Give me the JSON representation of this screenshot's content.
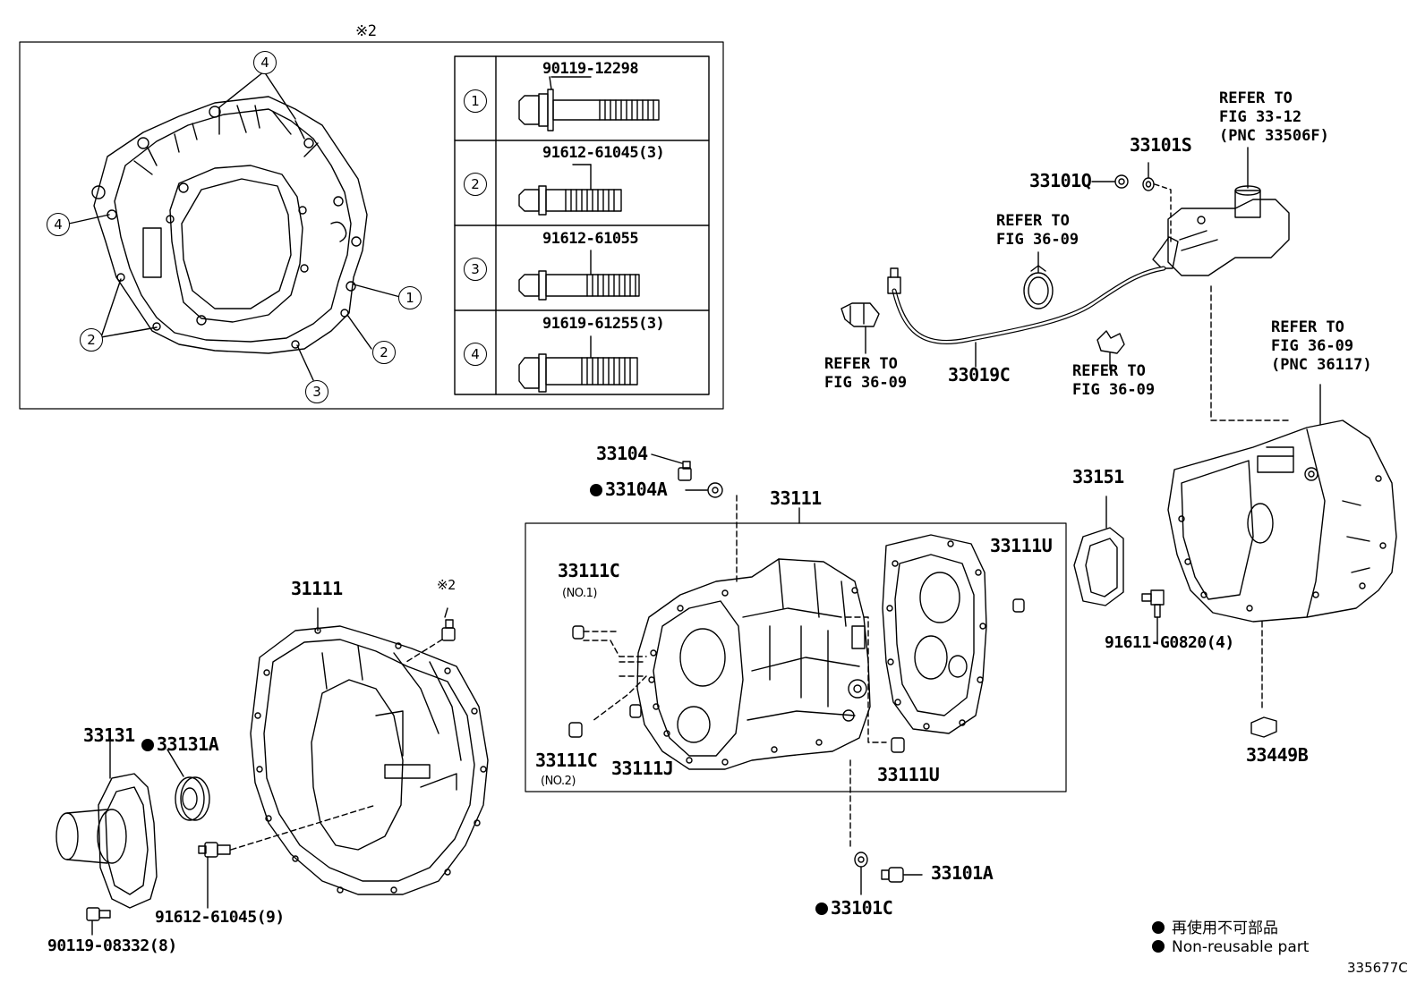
{
  "inset": {
    "mark": "※2",
    "circles": {
      "c1": "1",
      "c2": "2",
      "c3": "3",
      "c4": "4"
    },
    "table": [
      {
        "num": "1",
        "part": "90119-12298"
      },
      {
        "num": "2",
        "part": "91612-61045(3)"
      },
      {
        "num": "3",
        "part": "91612-61055"
      },
      {
        "num": "4",
        "part": "91619-61255(3)"
      }
    ]
  },
  "labels": {
    "p33101S": "33101S",
    "p33101Q": "33101Q",
    "p33019C": "33019C",
    "p33104": "33104",
    "p33104A": "33104A",
    "p33111": "33111",
    "p33151": "33151",
    "p33111U_top": "33111U",
    "p33111U_bot": "33111U",
    "p33111C_1": "33111C",
    "p33111C_1_sub": "(NO.1)",
    "p33111C_2": "33111C",
    "p33111C_2_sub": "(NO.2)",
    "p33111J": "33111J",
    "p31111": "31111",
    "mark2": "※2",
    "p33131": "33131",
    "p33131A": "33131A",
    "p91611": "91611-G0820(4)",
    "p33449B": "33449B",
    "p91612": "91612-61045(9)",
    "p90119": "90119-08332(8)",
    "p33101A": "33101A",
    "p33101C": "33101C"
  },
  "refs": {
    "r1": "REFER TO\nFIG 33-12\n(PNC 33506F)",
    "r2": "REFER TO\nFIG 36-09",
    "r3": "REFER TO\nFIG 36-09",
    "r4": "REFER TO\nFIG 36-09",
    "r5": "REFER TO\nFIG 36-09\n(PNC 36117)"
  },
  "legend": {
    "jp": "再使用不可部品",
    "en": "Non-reusable part"
  },
  "figure_id": "335677C"
}
